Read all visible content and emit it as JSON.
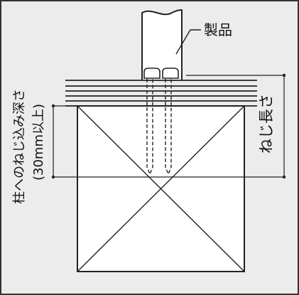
{
  "labels": {
    "product": "製品",
    "screw_length": "ねじ長さ",
    "embed_depth": "柱へのねじ込み深さ",
    "embed_min": "(30mm以上)"
  },
  "colors": {
    "background": "#ececec",
    "line": "#222222",
    "frame": "#333333"
  }
}
